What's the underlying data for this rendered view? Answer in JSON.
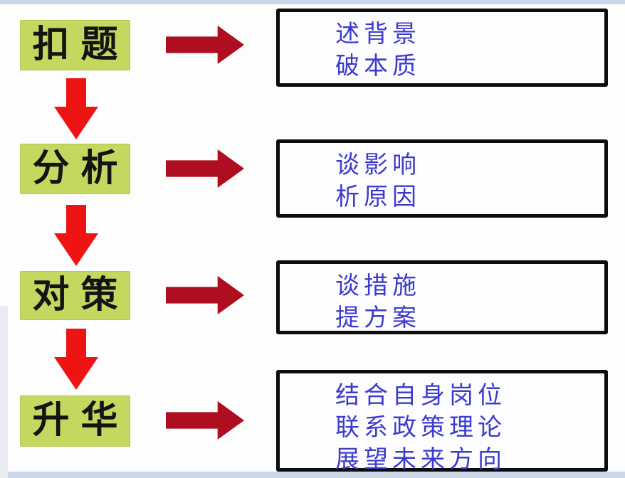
{
  "diagram": {
    "rows": [
      {
        "stage": "扣题",
        "details": [
          "述背景",
          "破本质"
        ]
      },
      {
        "stage": "分析",
        "details": [
          "谈影响",
          "析原因"
        ]
      },
      {
        "stage": "对策",
        "details": [
          "谈措施",
          "提方案"
        ]
      },
      {
        "stage": "升华",
        "details": [
          "结合自身岗位",
          "联系政策理论",
          "展望未来方向"
        ]
      }
    ],
    "colors": {
      "stage_box_fill": "#c5d75f",
      "stage_text": "#141414",
      "detail_text": "#3b3bce",
      "detail_box_border": "#0d0d0d",
      "down_arrow": "#ee1414",
      "right_arrow": "#ae0e1f",
      "edge_strip": "#ccd7e9",
      "background": "#fdfdfe"
    }
  }
}
